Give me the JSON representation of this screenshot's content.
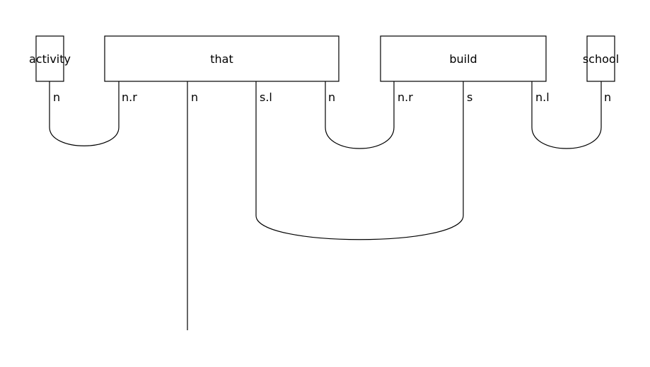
{
  "boxes": [
    {
      "id": "activity",
      "label": "activity"
    },
    {
      "id": "that",
      "label": "that"
    },
    {
      "id": "build",
      "label": "build"
    },
    {
      "id": "school",
      "label": "school"
    }
  ],
  "wire_labels": {
    "activity_n": "n",
    "that_nr": "n.r",
    "that_n": "n",
    "that_sl": "s.l",
    "build_n": "n",
    "build_nr": "n.r",
    "build_s": "s",
    "build_nl": "n.l",
    "school_n": "n"
  },
  "colors": {
    "stroke": "#000000",
    "background": "#ffffff"
  }
}
